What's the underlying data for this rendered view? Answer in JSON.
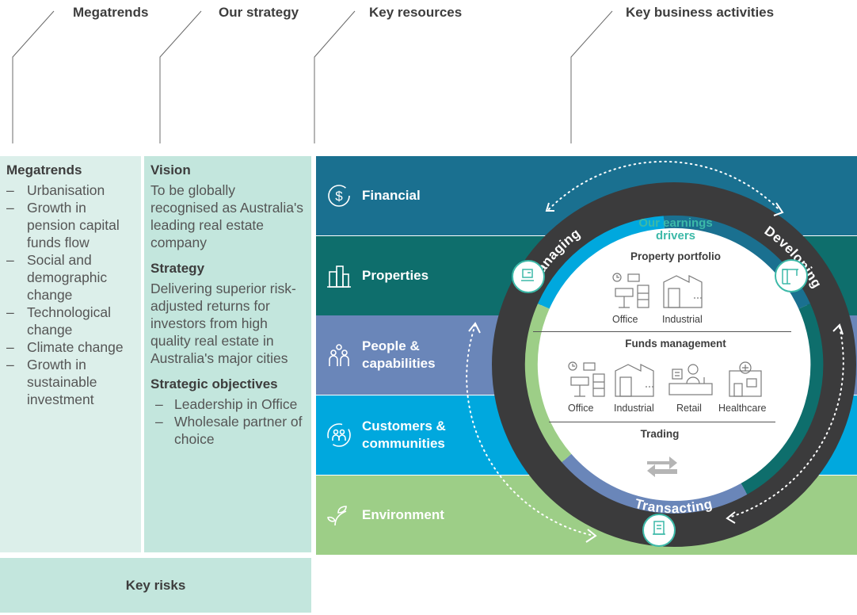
{
  "headers": {
    "megatrends": "Megatrends",
    "strategy": "Our strategy",
    "resources": "Key resources",
    "activities": "Key business activities"
  },
  "megatrends": {
    "title": "Megatrends",
    "items": [
      "Urbanisation",
      "Growth in pension capital funds flow",
      "Social and demographic change",
      "Technological change",
      "Climate change",
      "Growth in sustainable investment"
    ]
  },
  "strategy": {
    "vision_title": "Vision",
    "vision_text": "To be globally recognised as Australia's leading real estate company",
    "strategy_title": "Strategy",
    "strategy_text": "Delivering superior risk-adjusted returns for investors from high quality real estate in Australia's major cities",
    "objectives_title": "Strategic objectives",
    "objectives": [
      "Leadership in Office",
      "Wholesale partner of choice"
    ]
  },
  "key_risks": "Key risks",
  "resources": [
    {
      "label": "Financial",
      "icon": "dollar-cycle-icon",
      "color": "#1a7090"
    },
    {
      "label": "Properties",
      "icon": "buildings-icon",
      "color": "#0e6e6c"
    },
    {
      "label": "People & capabilities",
      "icon": "people-icon",
      "color": "#6a86b9"
    },
    {
      "label": "Customers & communities",
      "icon": "customers-cycle-icon",
      "color": "#00a8de"
    },
    {
      "label": "Environment",
      "icon": "leaf-icon",
      "color": "#9dce87"
    }
  ],
  "activities": {
    "managing": "Managing",
    "developing": "Developing",
    "transacting": "Transacting"
  },
  "earnings": {
    "title": "Our earnings drivers",
    "property_portfolio": "Property portfolio",
    "portfolio_items": [
      "Office",
      "Industrial"
    ],
    "funds_management": "Funds management",
    "funds_items": [
      "Office",
      "Industrial",
      "Retail",
      "Healthcare"
    ],
    "trading": "Trading"
  },
  "colors": {
    "ring": "#3b3b3c",
    "accent_teal": "#3cb9a8",
    "light_green": "#dcefea",
    "mid_green": "#c3e6dd"
  }
}
